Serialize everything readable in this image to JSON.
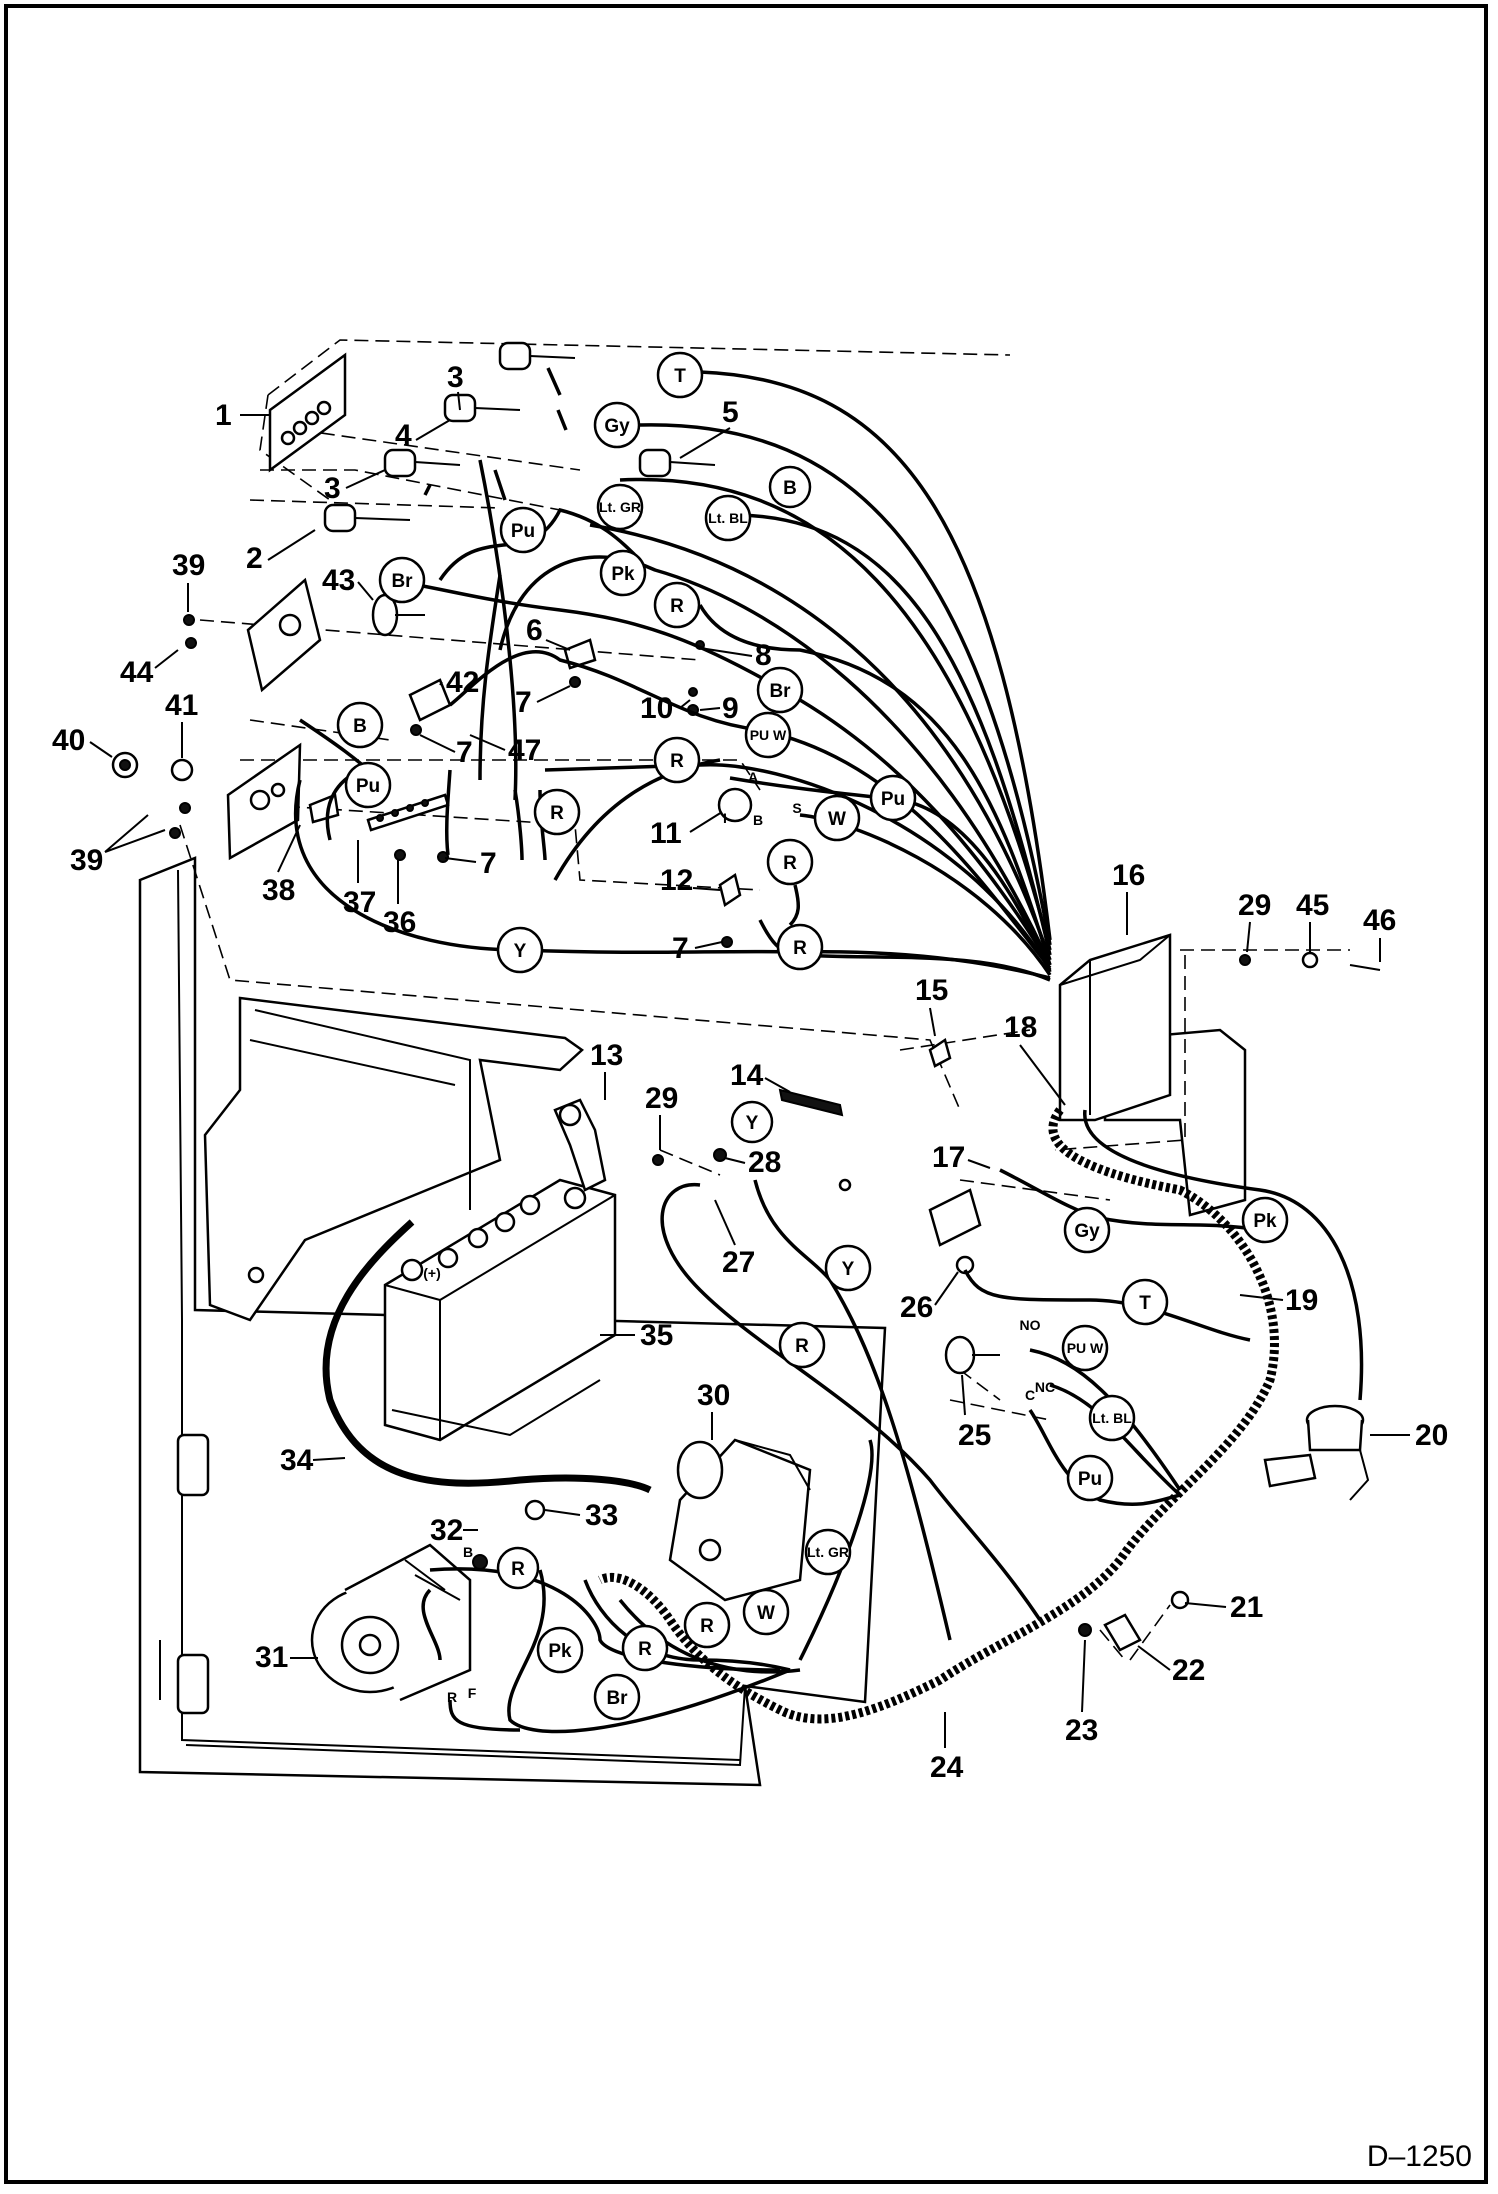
{
  "drawing_code": "D–1250",
  "callouts": [
    "1",
    "2",
    "3",
    "3",
    "4",
    "5",
    "6",
    "7",
    "7",
    "7",
    "7",
    "8",
    "9",
    "10",
    "11",
    "12",
    "13",
    "14",
    "15",
    "16",
    "17",
    "18",
    "19",
    "20",
    "21",
    "22",
    "23",
    "24",
    "25",
    "26",
    "27",
    "28",
    "29",
    "29",
    "30",
    "31",
    "32",
    "33",
    "34",
    "35",
    "36",
    "37",
    "38",
    "39",
    "39",
    "40",
    "41",
    "42",
    "43",
    "44",
    "45",
    "46",
    "47"
  ],
  "wire_tags": [
    "T",
    "Gy",
    "B",
    "Lt. GR",
    "Lt. BL",
    "Pu",
    "Br",
    "Pk",
    "R",
    "Br",
    "B",
    "PU W",
    "R",
    "Pu",
    "R",
    "W",
    "Pu",
    "R",
    "R",
    "Y",
    "Y",
    "Y",
    "R",
    "Pk",
    "Gy",
    "T",
    "PU W",
    "Lt. BL",
    "Pu",
    "Lt. GR",
    "R",
    "W",
    "R",
    "Pk",
    "R",
    "Br"
  ],
  "terminal_marks": [
    "NO",
    "NC",
    "C",
    "B",
    "S",
    "I",
    "A",
    "(+)",
    "R",
    "F",
    "B"
  ]
}
